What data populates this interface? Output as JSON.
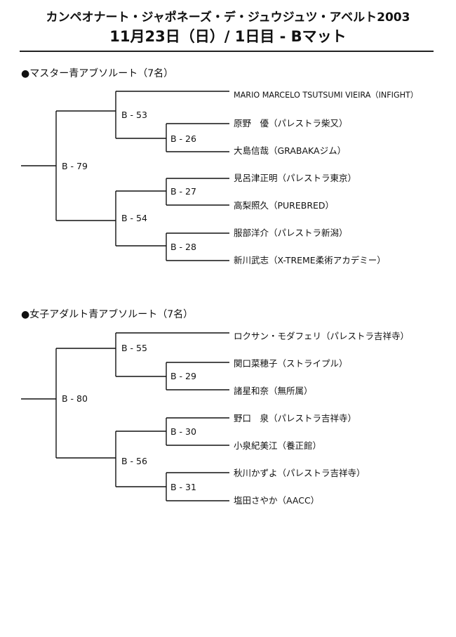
{
  "header": {
    "title_line1": "カンペオナート・ジャポネーズ・デ・ジュウジュツ・アベルト2003",
    "title_line2": "11月23日（日）/ 1日目 - Bマット"
  },
  "sections": [
    {
      "title": "●マスター青アブソルート（7名）",
      "matches": {
        "final": "B - 79",
        "semi_top": "B - 53",
        "semi_bottom": "B - 54",
        "qf_top": "B - 26",
        "qf_3": "B - 27",
        "qf_4": "B - 28"
      },
      "entrants": [
        "MARIO MARCELO TSUTSUMI VIEIRA（INFIGHT）",
        "原野　優（パレストラ柴又）",
        "大島信哉（GRABAKAジム）",
        "見呂津正明（パレストラ東京）",
        "高梨照久（PUREBRED）",
        "服部洋介（パレストラ新潟）",
        "新川武志（X-TREME柔術アカデミー）"
      ]
    },
    {
      "title": "●女子アダルト青アブソルート（7名）",
      "matches": {
        "final": "B - 80",
        "semi_top": "B - 55",
        "semi_bottom": "B - 56",
        "qf_top": "B - 29",
        "qf_3": "B - 30",
        "qf_4": "B - 31"
      },
      "entrants": [
        "ロクサン・モダフェリ（パレストラ吉祥寺）",
        "関口菜穂子（ストライプル）",
        "諸星和奈（無所属）",
        "野口　泉（パレストラ吉祥寺）",
        "小泉紀美江（養正館）",
        "秋川かずよ（パレストラ吉祥寺）",
        "塩田さやか（AACC）"
      ]
    }
  ]
}
